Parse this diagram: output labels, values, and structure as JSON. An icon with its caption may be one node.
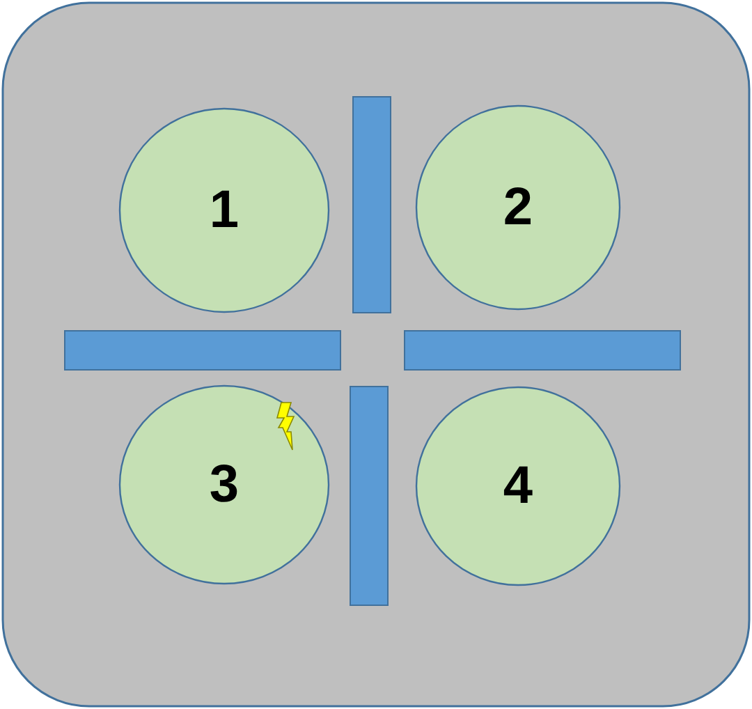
{
  "diagram": {
    "nodes": [
      {
        "text": [
          "1"
        ]
      },
      {
        "text": [
          "2"
        ]
      },
      {
        "text": [
          "3"
        ]
      },
      {
        "text": [
          "4"
        ]
      },
      {
        "text": [],
        "shape": "bar"
      },
      {
        "text": [],
        "shape": "bar"
      },
      {
        "text": [],
        "shape": "bar"
      },
      {
        "text": [],
        "shape": "bar"
      }
    ]
  }
}
